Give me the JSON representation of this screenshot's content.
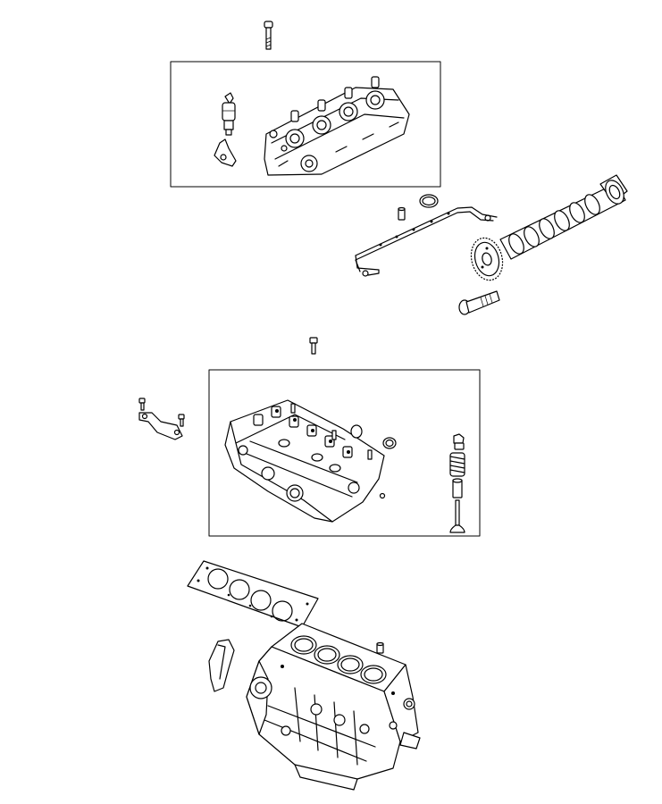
{
  "diagram": {
    "kind": "exploded-parts-illustration",
    "line_color": "#000000",
    "background": "#ffffff",
    "groups": [
      {
        "name": "cylinder-head-cover-assembly",
        "boxed": true,
        "parts": [
          "head-bolt",
          "fuel-injector",
          "injector-clamp",
          "valve-cover"
        ]
      },
      {
        "name": "camshaft-group",
        "boxed": false,
        "parts": [
          "oring-seal",
          "dowel-pin",
          "cover-gasket",
          "camshaft",
          "cam-sprocket",
          "cam-bolt"
        ]
      },
      {
        "name": "cylinder-head-assembly",
        "boxed": true,
        "parts": [
          "small-bolt",
          "lifting-bracket",
          "cylinder-head",
          "cup-plug",
          "valve-keepers",
          "valve-spring",
          "valve-guide",
          "engine-valve"
        ]
      },
      {
        "name": "engine-block-group",
        "boxed": false,
        "parts": [
          "head-gasket",
          "block-dowel",
          "block-heat-shield",
          "engine-block"
        ]
      }
    ]
  }
}
